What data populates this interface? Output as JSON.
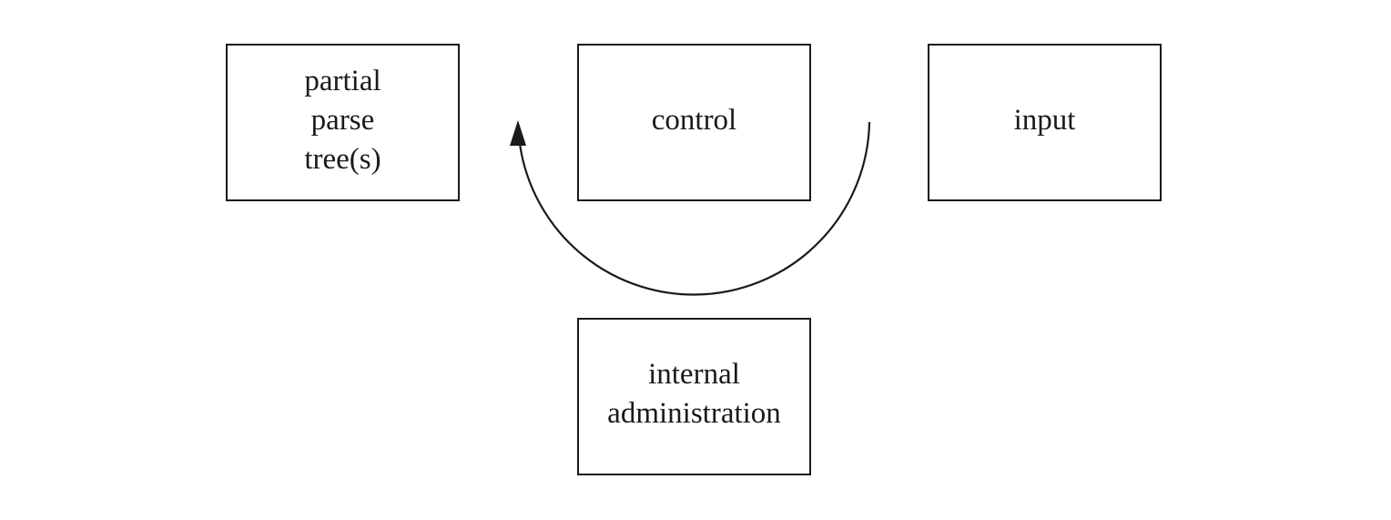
{
  "diagram": {
    "boxes": {
      "partial_parse_trees": [
        "partial",
        "parse",
        "tree(s)"
      ],
      "control": [
        "control"
      ],
      "input": [
        "input"
      ],
      "internal_administration": [
        "internal",
        "administration"
      ]
    },
    "arrow": {
      "from": "input side",
      "to": "partial parse tree(s) side",
      "shape": "semicircular arc under control box"
    },
    "colors": {
      "stroke": "#1a1a1a",
      "background": "#ffffff"
    }
  }
}
